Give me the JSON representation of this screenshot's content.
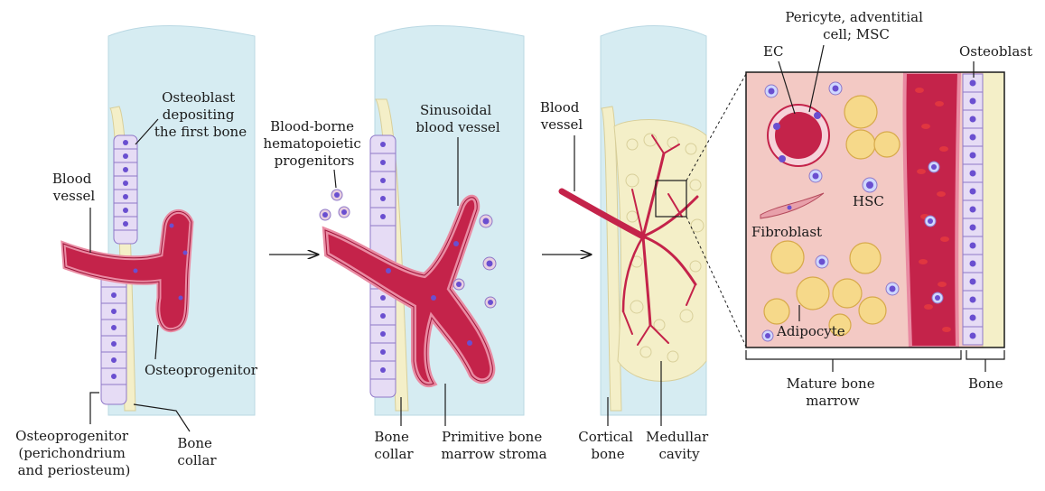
{
  "colors": {
    "cartilage": "#d6ecf2",
    "bone": "#f4efc8",
    "bone_edge": "#d8cf9a",
    "vessel": "#c4234a",
    "vessel_dark": "#9e1439",
    "vessel_light": "#e98aa2",
    "cell_fill": "#e6dcf5",
    "cell_edge": "#8f78c8",
    "nucleus": "#6a4fd0",
    "marrow": "#f3c9c4",
    "adipocyte": "#f6d98a",
    "rbc": "#c41e2e",
    "line": "#1a1a1a"
  },
  "panel1": {
    "label_osteoblast": [
      "Osteoblast",
      "depositing",
      "the first bone"
    ],
    "label_blood_vessel": [
      "Blood",
      "vessel"
    ],
    "label_osteoprogenitor": "Osteoprogenitor",
    "label_osteoprogenitor_peri": [
      "Osteoprogenitor",
      "(perichondrium",
      "and periosteum)"
    ],
    "label_bone_collar": [
      "Bone",
      "collar"
    ]
  },
  "panel2": {
    "label_hematopoietic": [
      "Blood-borne",
      "hematopoietic",
      "progenitors"
    ],
    "label_sinusoidal": [
      "Sinusoidal",
      "blood vessel"
    ],
    "label_bone_collar": [
      "Bone",
      "collar"
    ],
    "label_primitive_stroma": [
      "Primitive bone",
      "marrow stroma"
    ]
  },
  "panel3": {
    "label_blood_vessel": [
      "Blood",
      "vessel"
    ],
    "label_cortical_bone": [
      "Cortical",
      "bone"
    ],
    "label_medullar_cavity": [
      "Medullar",
      "cavity"
    ]
  },
  "panel4": {
    "label_pericyte": [
      "Pericyte, adventitial",
      "cell; MSC"
    ],
    "label_ec": "EC",
    "label_osteoblast": "Osteoblast",
    "label_fibroblast": "Fibroblast",
    "label_hsc": "HSC",
    "label_adipocyte": "Adipocyte",
    "label_mature_marrow": [
      "Mature bone",
      "marrow"
    ],
    "label_bone": "Bone"
  }
}
